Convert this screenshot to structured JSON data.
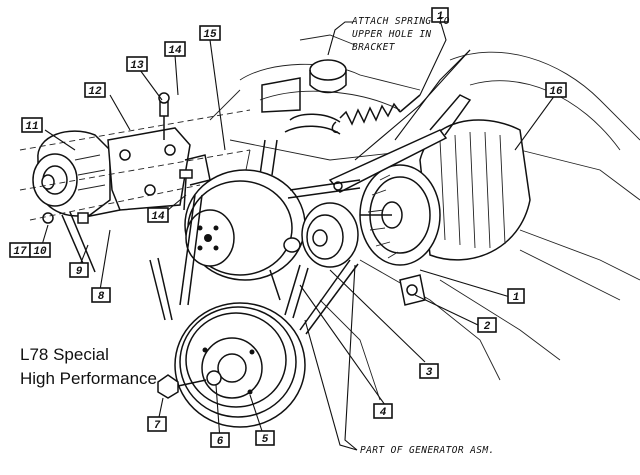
{
  "notes": {
    "spring_line1": "ATTACH SPRING TO",
    "spring_line2": "UPPER HOLE IN",
    "spring_line3": "BRACKET",
    "generator": "PART OF GENERATOR ASM."
  },
  "caption": {
    "line1": "L78 Special",
    "line2": "High Performance"
  },
  "callouts": {
    "c1a": "1",
    "c1b": "1",
    "c2": "2",
    "c3": "3",
    "c4": "4",
    "c5": "5",
    "c6": "6",
    "c7": "7",
    "c8": "8",
    "c9": "9",
    "c10": "10",
    "c11": "11",
    "c12": "12",
    "c13": "13",
    "c14a": "14",
    "c14b": "14",
    "c15": "15",
    "c16": "16",
    "c17": "17"
  }
}
